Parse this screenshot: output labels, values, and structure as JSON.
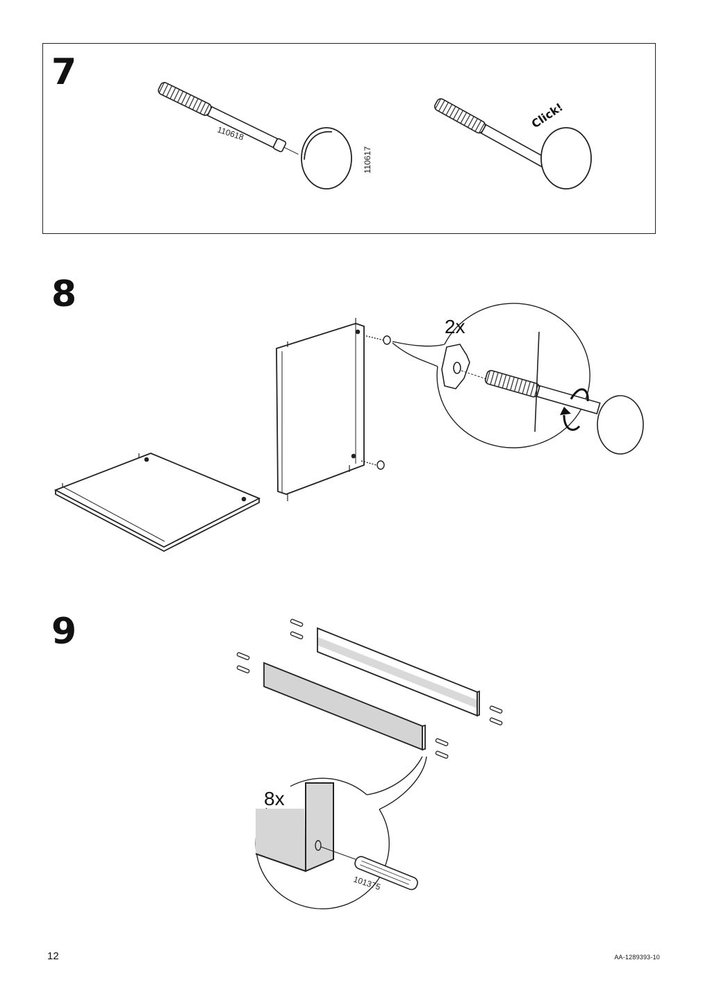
{
  "steps": [
    {
      "number": "7",
      "labels": {
        "part_rod": "110618",
        "part_knob": "110617",
        "click": "Click!"
      }
    },
    {
      "number": "8",
      "labels": {
        "quantity": "2x"
      }
    },
    {
      "number": "9",
      "labels": {
        "quantity": "8x",
        "part_dowel": "101375"
      }
    }
  ],
  "footer": {
    "page_number": "12",
    "doc_id": "AA-1289393-10"
  }
}
